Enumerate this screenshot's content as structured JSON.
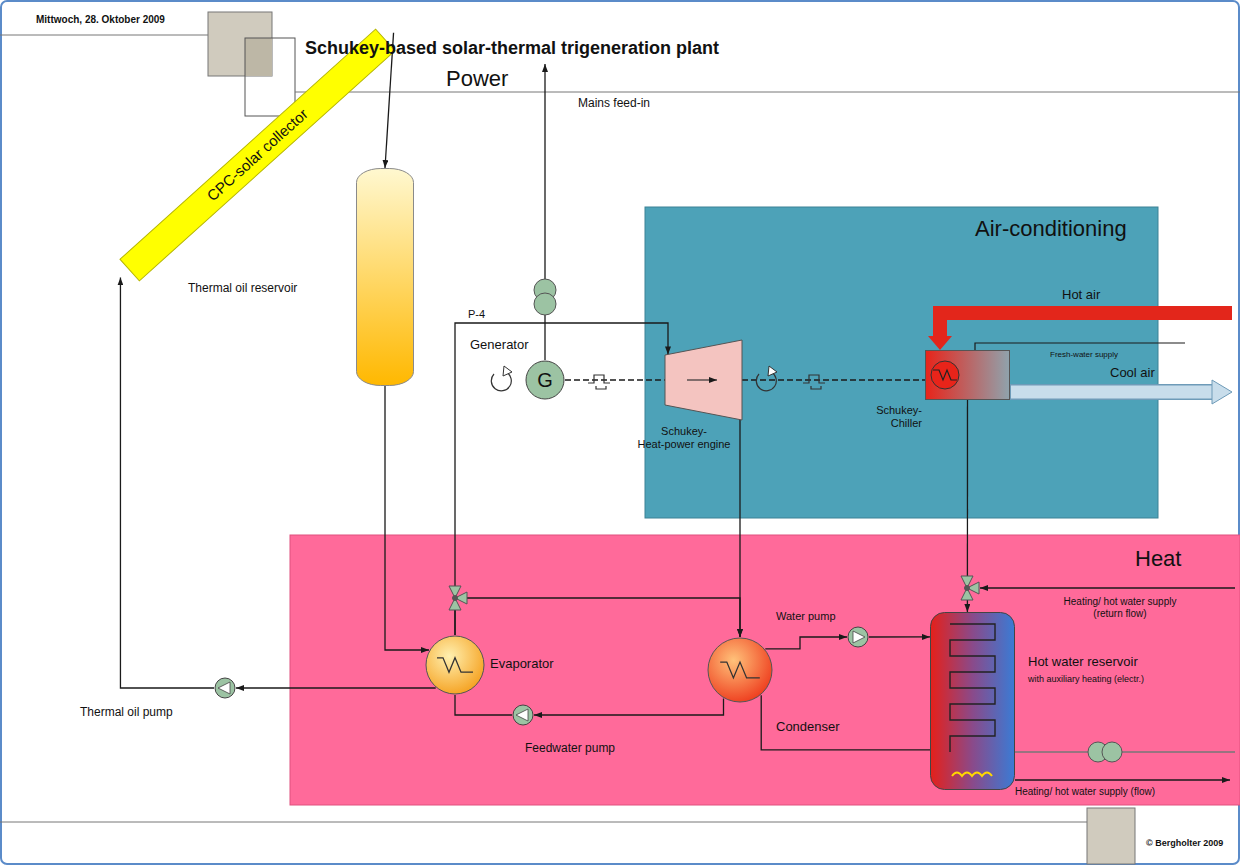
{
  "diagram": {
    "title": "Schukey-based solar-thermal trigeneration plant",
    "nodes": [
      {
        "text": [
          "Air-conditioning"
        ]
      },
      {
        "text": [
          "Heat"
        ]
      },
      {
        "text": [
          "CPC-solar collector"
        ]
      },
      {
        "text": [
          "Thermal oil reservoir"
        ]
      },
      {
        "text": [
          "G",
          "Generator"
        ]
      },
      {
        "text": [
          "Schukey- Heat-power engine"
        ],
        "in": 0
      },
      {
        "text": [
          "Schukey- Chiller"
        ],
        "in": 0
      },
      {
        "text": [
          "Evaporator"
        ],
        "in": 1
      },
      {
        "text": [
          "Condenser"
        ],
        "in": 1
      },
      {
        "text": [
          "Hot water reservoir",
          "with auxiliary heating (electr.)"
        ],
        "in": 1
      },
      {
        "text": [
          "Thermal oil pump"
        ]
      },
      {
        "text": [
          "Feedwater pump"
        ],
        "in": 1
      },
      {
        "text": [
          "Water pump"
        ],
        "in": 1
      }
    ],
    "edges": [
      {
        "from": 2,
        "to": 3,
        "arrow": "to"
      },
      {
        "from": 3,
        "to": 7,
        "arrow": "to"
      },
      {
        "from": 7,
        "to": 10,
        "arrow": "to"
      },
      {
        "from": 10,
        "to": 2,
        "arrow": "to"
      },
      {
        "from": 11,
        "to": 7,
        "arrow": "none"
      },
      {
        "from": 8,
        "to": 11,
        "arrow": "to"
      },
      {
        "from": 7,
        "to": 5,
        "arrow": "to"
      },
      {
        "from": 7,
        "to": 8,
        "arrow": "to"
      },
      {
        "from": 5,
        "to": 8,
        "arrow": "to"
      },
      {
        "from": 4,
        "to": 5,
        "arrow": "none"
      },
      {
        "from": 5,
        "to": 6,
        "arrow": "none"
      },
      {
        "from": 8,
        "to": 12,
        "arrow": "to"
      },
      {
        "from": 12,
        "to": 9,
        "arrow": "to"
      },
      {
        "from": 8,
        "to": 9,
        "arrow": "none"
      },
      {
        "from": 6,
        "to": 9,
        "arrow": "to"
      }
    ],
    "labels": [
      "Mittwoch, 28. Oktober 2009",
      "Power",
      "Mains feed-in",
      "P-4",
      "Hot air",
      "Fresh-water supply",
      "Cool air",
      "Heating/ hot water supply (return flow)",
      "Heating/ hot water supply (flow)",
      "© Bergholter 2009"
    ]
  }
}
